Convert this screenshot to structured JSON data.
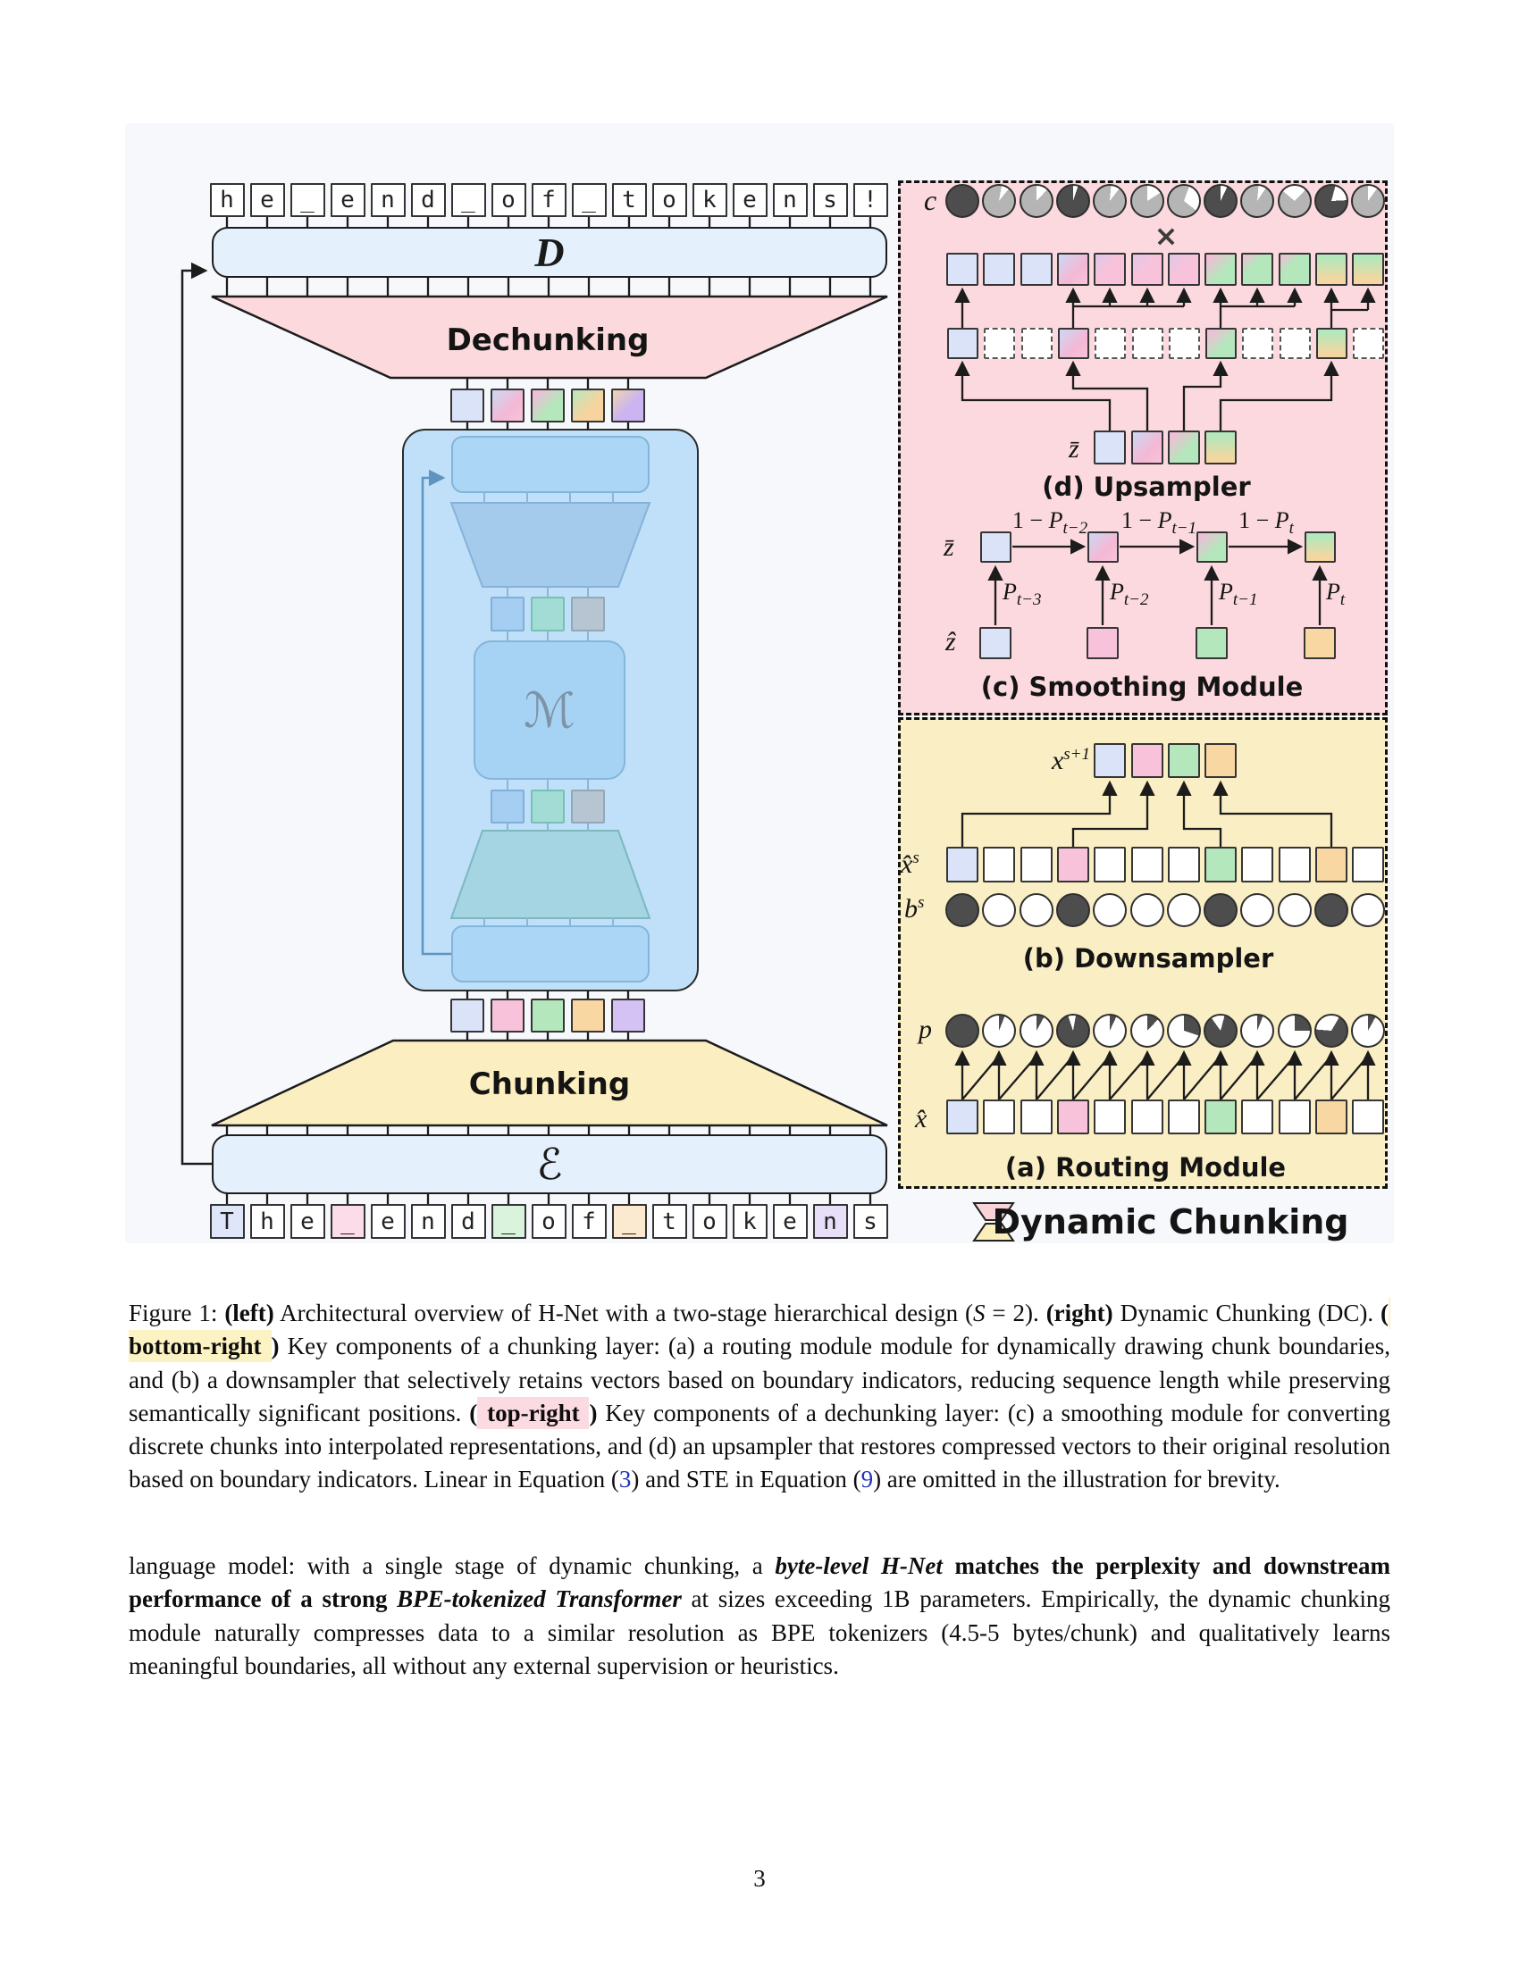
{
  "figure": {
    "left": {
      "top_tokens": [
        "h",
        "e",
        "_",
        "e",
        "n",
        "d",
        "_",
        "o",
        "f",
        "_",
        "t",
        "o",
        "k",
        "e",
        "n",
        "s",
        "!"
      ],
      "bottom_tokens": [
        {
          "ch": "T",
          "bg": "blue"
        },
        {
          "ch": "h",
          "bg": "white"
        },
        {
          "ch": "e",
          "bg": "white"
        },
        {
          "ch": "_",
          "bg": "pink"
        },
        {
          "ch": "e",
          "bg": "white"
        },
        {
          "ch": "n",
          "bg": "white"
        },
        {
          "ch": "d",
          "bg": "white"
        },
        {
          "ch": "_",
          "bg": "green"
        },
        {
          "ch": "o",
          "bg": "white"
        },
        {
          "ch": "f",
          "bg": "white"
        },
        {
          "ch": "_",
          "bg": "orange"
        },
        {
          "ch": "t",
          "bg": "white"
        },
        {
          "ch": "o",
          "bg": "white"
        },
        {
          "ch": "k",
          "bg": "white"
        },
        {
          "ch": "e",
          "bg": "white"
        },
        {
          "ch": "n",
          "bg": "purple"
        },
        {
          "ch": "s",
          "bg": "white"
        }
      ],
      "decoder_label": "D",
      "encoder_label": "ℰ",
      "main_network_label": "ℳ",
      "dechunking_label": "Dechunking",
      "chunking_label": "Chunking",
      "squares_after_dechunk": [
        "blue",
        "pink_blue",
        "green_pink",
        "orange_green",
        "purple_orange"
      ],
      "squares_before_chunk": [
        "blue",
        "pink",
        "green",
        "orange",
        "purple"
      ],
      "inner_squares": [
        "inner_blue",
        "inner_teal",
        "inner_gray"
      ]
    },
    "right": {
      "upsampler": {
        "title": "(d) Upsampler",
        "c_label": "c",
        "multiply_symbol": "×",
        "confidence_pies": [
          {
            "body": "dark",
            "white": 0.0,
            "from": 0
          },
          {
            "body": "light",
            "white": 0.08,
            "from": 10
          },
          {
            "body": "light",
            "white": 0.12,
            "from": 0
          },
          {
            "body": "dark",
            "white": 0.05,
            "from": 0
          },
          {
            "body": "light",
            "white": 0.09,
            "from": 5
          },
          {
            "body": "light",
            "white": 0.16,
            "from": 0
          },
          {
            "body": "light",
            "white": 0.3,
            "from": 20
          },
          {
            "body": "dark",
            "white": 0.07,
            "from": 0
          },
          {
            "body": "light",
            "white": 0.08,
            "from": 5
          },
          {
            "body": "light",
            "white": 0.26,
            "from": -50
          },
          {
            "body": "dark",
            "white": 0.2,
            "from": 15
          },
          {
            "body": "light",
            "white": 0.1,
            "from": 0
          }
        ],
        "output_row": [
          "blue",
          "blue",
          "blue",
          "pink_blue",
          "pink_blue2",
          "pink_blue2",
          "pink_blue2",
          "green_pink",
          "green_pink2",
          "green_pink2",
          "green_orange",
          "green_orange"
        ],
        "expanded_row": [
          "blue",
          "dash",
          "dash",
          "pink_blue",
          "dash",
          "dash",
          "dash",
          "green_pink",
          "dash",
          "dash",
          "green_orange",
          "dash"
        ],
        "zbar_label": "z̄",
        "zbar_row": [
          "blue",
          "pink_blue",
          "green_pink",
          "green_orange"
        ]
      },
      "smoothing": {
        "title": "(c) Smoothing Module",
        "zbar_label": "z̄",
        "zhat_label": "ẑ",
        "transition_labels": [
          {
            "pre": "1 − ",
            "base": "P",
            "sub": "t−2"
          },
          {
            "pre": "1 − ",
            "base": "P",
            "sub": "t−1"
          },
          {
            "pre": "1 − ",
            "base": "P",
            "sub": "t"
          }
        ],
        "input_labels": [
          {
            "base": "P",
            "sub": "t−3"
          },
          {
            "base": "P",
            "sub": "t−2"
          },
          {
            "base": "P",
            "sub": "t−1"
          },
          {
            "base": "P",
            "sub": "t"
          }
        ],
        "zbar_row": [
          "blue",
          "pink_blue",
          "green_pink",
          "green_orange"
        ],
        "zhat_row": [
          "blue",
          "pink",
          "green",
          "orange"
        ]
      },
      "downsampler": {
        "title": "(b) Downsampler",
        "x_next_label": {
          "base": "x",
          "sup": "s+1"
        },
        "xhat_label": {
          "base": "x̂",
          "sup": "s"
        },
        "b_label": {
          "base": "b",
          "sup": "s"
        },
        "x_next_row": [
          "blue",
          "pink",
          "green",
          "orange"
        ],
        "xhat_row": [
          "blue",
          "white",
          "white",
          "pink",
          "white",
          "white",
          "white",
          "green",
          "white",
          "white",
          "orange",
          "white"
        ],
        "boundary_indicators": [
          1,
          0,
          0,
          1,
          0,
          0,
          0,
          1,
          0,
          0,
          1,
          0
        ]
      },
      "routing": {
        "title": "(a) Routing Module",
        "p_label": "p",
        "xhat_label": "x̂",
        "probability_pies": [
          {
            "dark": 1.0,
            "from": 0
          },
          {
            "dark": 0.06,
            "from": 0
          },
          {
            "dark": 0.08,
            "from": 0
          },
          {
            "dark": 0.92,
            "from": 10
          },
          {
            "dark": 0.07,
            "from": 0
          },
          {
            "dark": 0.12,
            "from": 0
          },
          {
            "dark": 0.3,
            "from": 0
          },
          {
            "dark": 0.86,
            "from": 15
          },
          {
            "dark": 0.06,
            "from": 0
          },
          {
            "dark": 0.25,
            "from": 0
          },
          {
            "dark": 0.68,
            "from": 30
          },
          {
            "dark": 0.08,
            "from": 0
          }
        ],
        "xhat_row": [
          "blue",
          "white",
          "white",
          "pink",
          "white",
          "white",
          "white",
          "green",
          "white",
          "white",
          "orange",
          "white"
        ]
      },
      "legend_label": "Dynamic Chunking"
    }
  },
  "caption": {
    "runs": [
      {
        "t": "Figure 1: ",
        "s": "n"
      },
      {
        "t": "(left)",
        "s": "b"
      },
      {
        "t": " Architectural overview of H-Net with a two-stage hierarchical design (",
        "s": "n"
      },
      {
        "t": "S",
        "s": "i"
      },
      {
        "t": " = 2). ",
        "s": "n"
      },
      {
        "t": "(right)",
        "s": "b"
      },
      {
        "t": " Dynamic Chunking (DC). ",
        "s": "n"
      },
      {
        "t": "(",
        "s": "b"
      },
      {
        "t": " bottom-right ",
        "s": "hy"
      },
      {
        "t": ")",
        "s": "b"
      },
      {
        "t": " Key components of a chunking layer: (a) a routing module module for dynamically drawing chunk boundaries, and (b) a downsampler that selectively retains vectors based on boundary indicators, reducing sequence length while preserving semantically significant positions. ",
        "s": "n"
      },
      {
        "t": "(",
        "s": "b"
      },
      {
        "t": " top-right ",
        "s": "hp"
      },
      {
        "t": ")",
        "s": "b"
      },
      {
        "t": " Key components of a dechunking layer: (c) a smoothing module for converting discrete chunks into interpolated representations, and (d) an upsampler that restores compressed vectors to their original resolution based on boundary indicators. Linear in Equation (",
        "s": "n"
      },
      {
        "t": "3",
        "s": "l"
      },
      {
        "t": ") and STE in Equation (",
        "s": "n"
      },
      {
        "t": "9",
        "s": "l"
      },
      {
        "t": ") are omitted in the illustration for brevity.",
        "s": "n"
      }
    ]
  },
  "paragraph": {
    "runs": [
      {
        "t": "language model: with a single stage of dynamic chunking, a ",
        "s": "n"
      },
      {
        "t": "byte-level H-Net",
        "s": "bi"
      },
      {
        "t": " matches the perplexity and downstream performance of a strong ",
        "s": "b"
      },
      {
        "t": "BPE-tokenized Transformer",
        "s": "bi"
      },
      {
        "t": " at sizes exceeding 1B parameters. Empirically, the dynamic chunking module naturally compresses data to a similar resolution as BPE tokenizers (4.5-5 bytes/chunk) and qualitatively learns meaningful boundaries, all without any external supervision or heuristics.",
        "s": "n"
      }
    ]
  },
  "page_number": "3",
  "palette": {
    "dark_pie": "#4d4d4d",
    "light_pie": "#b5b5b5",
    "blue": "#dbe3f9",
    "pink": "#f8c3da",
    "green": "#b4e7bb",
    "orange": "#f9d7a3",
    "purple": "#d5c2f4",
    "panel_pink": "#fbd9de",
    "panel_yellow": "#faeec4",
    "module_blue": "#bfe0f8",
    "box_blue": "#e4f1fc",
    "trap_pink": "#fbd9dd",
    "trap_yellow": "#fbeec0",
    "link": "#2233bb"
  }
}
